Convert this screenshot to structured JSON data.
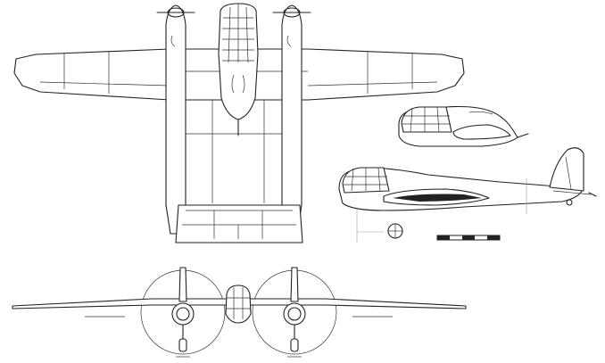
{
  "caption": {
    "line1": "",
    "line2": ""
  },
  "views": {
    "plan": "top",
    "front": "front",
    "side": "side",
    "nose_detail": "alternate-nose"
  },
  "colors": {
    "line": "#222222",
    "background": "#ffffff"
  }
}
